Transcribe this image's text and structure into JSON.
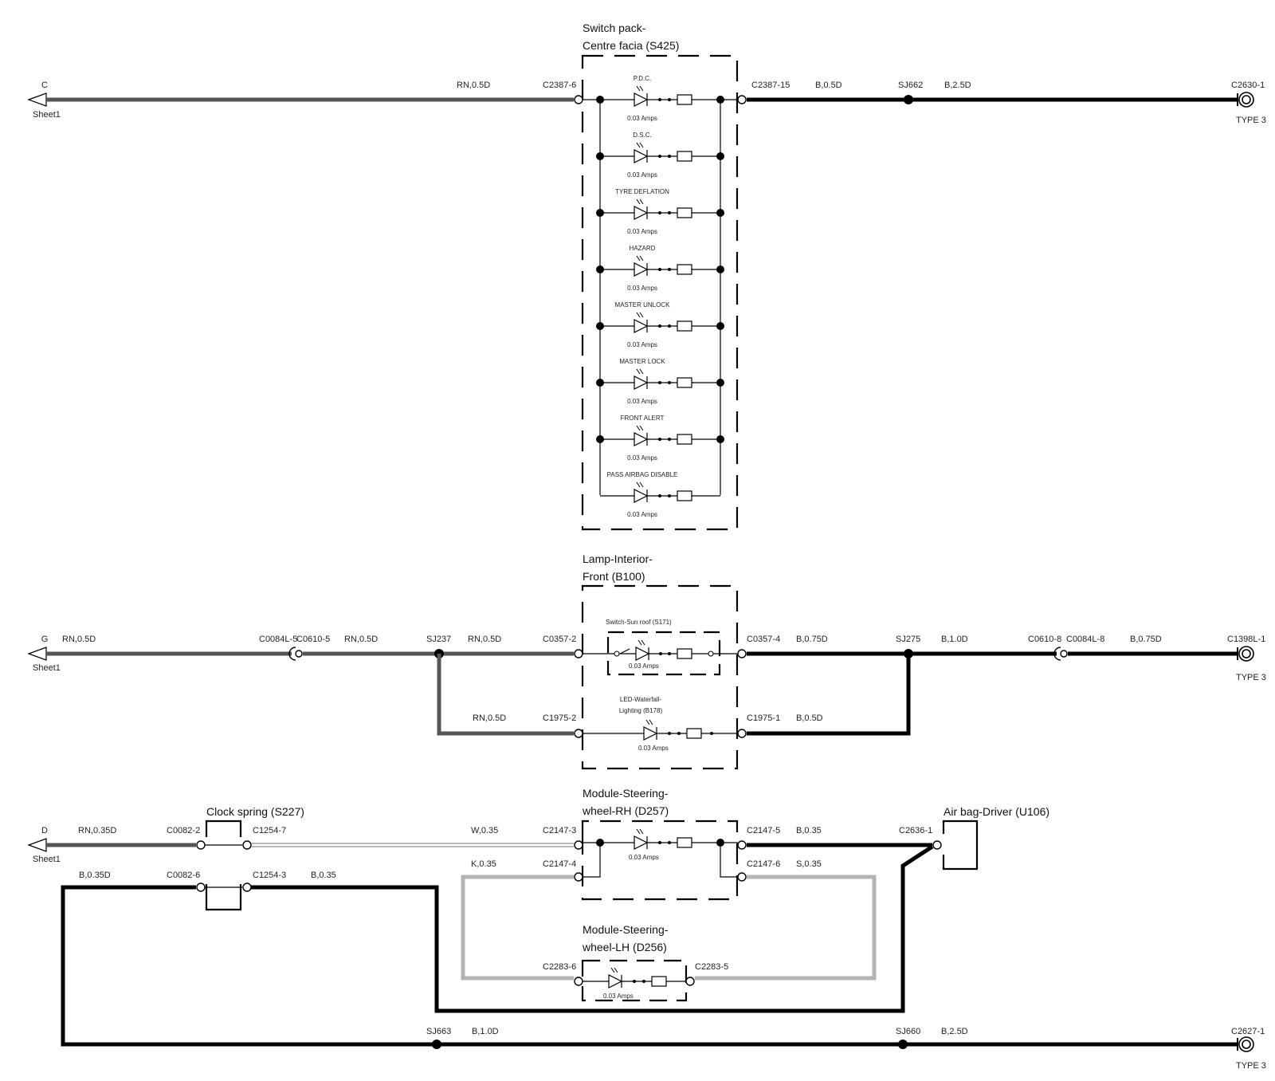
{
  "components": {
    "switch_pack": {
      "title_line1": "Switch pack-",
      "title_line2": "Centre facia (S425)"
    },
    "lamp_interior": {
      "title_line1": "Lamp-Interior-",
      "title_line2": "Front (B100)"
    },
    "switch_sunroof": {
      "title": "Switch-Sun roof (S171)"
    },
    "led_waterfall": {
      "title_line1": "LED-Waterfall-",
      "title_line2": "Lighting (B178)"
    },
    "clock_spring": {
      "title": "Clock spring (S227)"
    },
    "module_rh": {
      "title_line1": "Module-Steering-",
      "title_line2": "wheel-RH (D257)"
    },
    "module_lh": {
      "title_line1": "Module-Steering-",
      "title_line2": "wheel-LH (D256)"
    },
    "airbag": {
      "title": "Air bag-Driver (U106)"
    }
  },
  "switch_leds": [
    {
      "label": "P.D.C.",
      "amps": "0.03 Amps"
    },
    {
      "label": "D.S.C.",
      "amps": "0.03 Amps"
    },
    {
      "label": "TYRE DEFLATION",
      "amps": "0.03 Amps"
    },
    {
      "label": "HAZARD",
      "amps": "0.03 Amps"
    },
    {
      "label": "MASTER UNLOCK",
      "amps": "0.03 Amps"
    },
    {
      "label": "MASTER LOCK",
      "amps": "0.03 Amps"
    },
    {
      "label": "FRONT ALERT",
      "amps": "0.03 Amps"
    },
    {
      "label": "PASS AIRBAG DISABLE",
      "amps": "0.03 Amps"
    }
  ],
  "amps": {
    "sunroof": "0.03 Amps",
    "waterfall": "0.03 Amps",
    "rh": "0.03 Amps",
    "lh": "0.03 Amps"
  },
  "row1": {
    "sheet_letter": "C",
    "sheet_label": "Sheet1",
    "wire_left": "RN,0.5D",
    "conn_left": "C2387-6",
    "conn_right": "C2387-15",
    "wire_right": "B,0.5D",
    "splice": "SJ662",
    "wire_far": "B,2.5D",
    "ground_conn": "C2630-1",
    "ground_type": "TYPE 3"
  },
  "row2": {
    "sheet_letter": "G",
    "sheet_label": "Sheet1",
    "wire_a": "RN,0.5D",
    "conn_a1": "C0084L-5",
    "conn_a2": "C0610-5",
    "wire_b": "RN,0.5D",
    "splice_left": "SJ237",
    "wire_c": "RN,0.5D",
    "conn_lamp_in": "C0357-2",
    "conn_lamp_out": "C0357-4",
    "wire_d": "B,0.75D",
    "splice_right": "SJ275",
    "wire_e": "B,1.0D",
    "conn_b1": "C0610-8",
    "conn_b2": "C0084L-8",
    "wire_f": "B,0.75D",
    "ground_conn": "C1398L-1",
    "ground_type": "TYPE 3",
    "wire_led_in": "RN,0.5D",
    "conn_led_in": "C1975-2",
    "conn_led_out": "C1975-1",
    "wire_led_out": "B,0.5D"
  },
  "row3": {
    "sheet_letter": "D",
    "sheet_label": "Sheet1",
    "wire_a": "RN,0.35D",
    "conn_cs_in": "C0082-2",
    "conn_cs_out": "C1254-7",
    "wire_w": "W,0.35",
    "conn_rh_in": "C2147-3",
    "conn_rh_out": "C2147-5",
    "wire_rh_out": "B,0.35",
    "conn_airbag": "C2636-1",
    "wire_k": "K,0.35",
    "conn_rh_k": "C2147-4",
    "conn_rh_s": "C2147-6",
    "wire_s": "S,0.35",
    "wire_b_left": "B,0.35D",
    "conn_cs2_in": "C0082-6",
    "conn_cs2_out": "C1254-3",
    "wire_b2": "B,0.35",
    "conn_lh_in": "C2283-6",
    "conn_lh_out": "C2283-5",
    "splice_left": "SJ663",
    "wire_bottom_a": "B,1.0D",
    "splice_right": "SJ660",
    "wire_bottom_b": "B,2.5D",
    "ground_conn": "C2627-1",
    "ground_type": "TYPE 3"
  }
}
